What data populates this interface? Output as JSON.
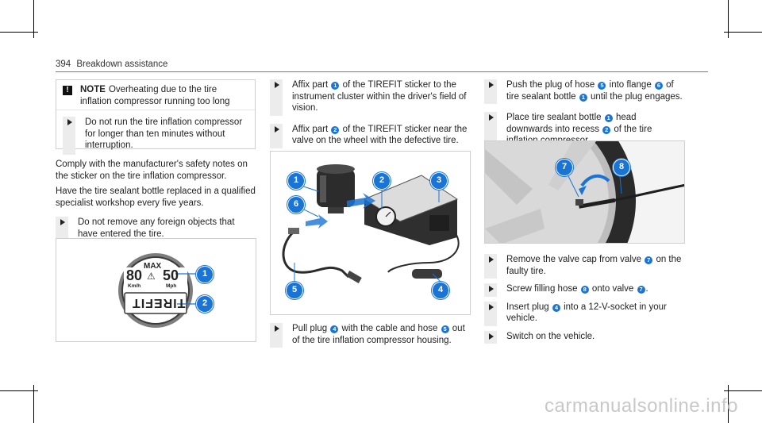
{
  "header": {
    "page_number": "394",
    "section": "Breakdown assistance"
  },
  "note": {
    "symbol": "!",
    "title": "NOTE",
    "text": "Overheating due to the tire inflation compressor running too long",
    "step": "Do not run the tire inflation compressor for longer than ten minutes without interruption."
  },
  "col1": {
    "para1": "Comply with the manufacturer's safety notes on the sticker on the tire inflation compressor.",
    "para2": "Have the tire sealant bottle replaced in a qualified specialist workshop every five years.",
    "step1": "Do not remove any foreign objects that have entered the tire."
  },
  "sticker": {
    "max": "MAX",
    "speed_kmh": "80",
    "speed_mph": "50",
    "unit_kmh": "Km/h",
    "unit_mph": "Mph",
    "brand": "TIREFIT"
  },
  "col2": {
    "step1": {
      "a": "Affix part",
      "n": "1",
      "b": "of the TIREFIT sticker to the instrument cluster within the driver's field of vision."
    },
    "step2": {
      "a": "Affix part",
      "n": "2",
      "b": "of the TIREFIT sticker near the valve on the wheel with the defective tire."
    },
    "step3": {
      "a": "Pull plug",
      "n1": "4",
      "b": "with the cable and hose",
      "n2": "5",
      "c": "out of the tire inflation compressor housing."
    }
  },
  "col3": {
    "step1": {
      "a": "Push the plug of hose",
      "n1": "5",
      "b": "into flange",
      "n2": "6",
      "c": "of tire sealant bottle",
      "n3": "1",
      "d": "until the plug engages."
    },
    "step2": {
      "a": "Place tire sealant bottle",
      "n1": "1",
      "b": "head downwards into recess",
      "n2": "2",
      "c": "of the tire inflation compressor."
    },
    "step3": {
      "a": "Remove the valve cap from valve",
      "n": "7",
      "b": "on the faulty tire."
    },
    "step4": {
      "a": "Screw filling hose",
      "n1": "8",
      "b": "onto valve",
      "n2": "7",
      "c": "."
    },
    "step5": {
      "a": "Insert plug",
      "n": "4",
      "b": "into a 12-V-socket in your vehicle."
    },
    "step6": {
      "a": "Switch on the vehicle."
    }
  },
  "callouts": {
    "fig1": [
      "1",
      "2"
    ],
    "fig2": [
      "1",
      "2",
      "3",
      "6",
      "5",
      "4"
    ],
    "fig3": [
      "7",
      "8"
    ]
  },
  "colors": {
    "callout_blue": "#1a74d6",
    "rule_gray": "#7a7a7a"
  },
  "watermark": "carmanualsonline.info"
}
